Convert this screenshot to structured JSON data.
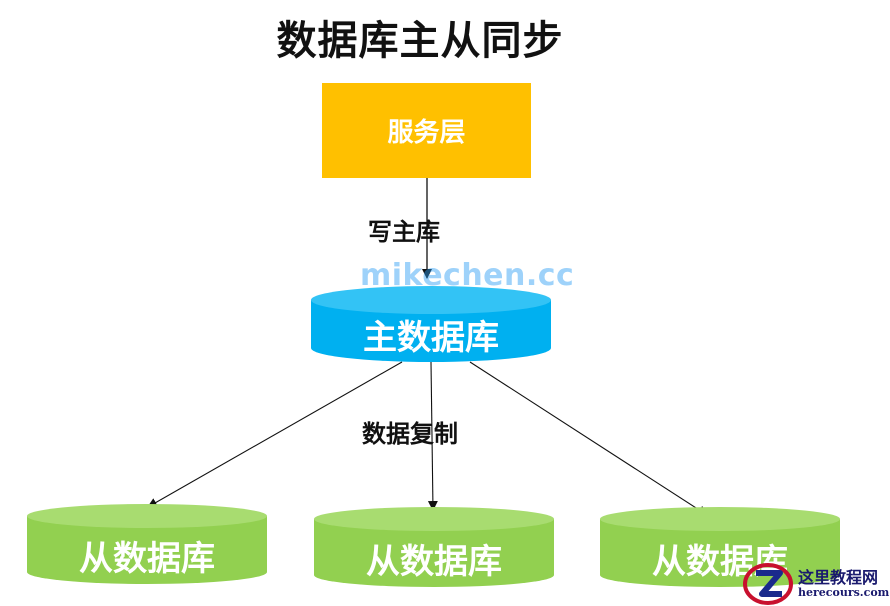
{
  "title": "数据库主从同步",
  "service_layer": {
    "label": "服务层",
    "color": "#FFC000"
  },
  "master_db": {
    "label": "主数据库",
    "color": "#00B0F0"
  },
  "slave_dbs": [
    {
      "label": "从数据库",
      "color": "#92D050"
    },
    {
      "label": "从数据库",
      "color": "#92D050"
    },
    {
      "label": "从数据库",
      "color": "#92D050"
    }
  ],
  "edges": {
    "write_label": "写主库",
    "replication_label": "数据复制"
  },
  "watermark": "mikechen.cc",
  "logo": {
    "name": "这里教程网",
    "domain": "herecours.com"
  }
}
